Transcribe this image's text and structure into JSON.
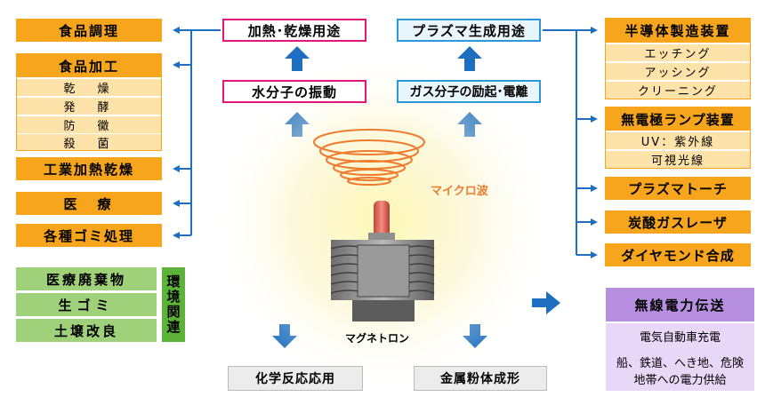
{
  "left": {
    "food_cooking": "食品調理",
    "food_processing": {
      "title": "食品加工",
      "items": [
        "乾　燥",
        "発　酵",
        "防　黴",
        "殺　菌"
      ]
    },
    "industrial_drying": "工業加熱乾燥",
    "medical": "医　療",
    "waste": "各種ゴミ処理"
  },
  "env": {
    "items": [
      "医療廃棄物",
      "生ゴミ",
      "土壌改良"
    ],
    "label": "環境関連"
  },
  "center": {
    "heating_use": "加熱･乾燥用途",
    "water_vibration": "水分子の振動",
    "plasma_use": "プラズマ生成用途",
    "gas_excitation": "ガス分子の励起･電離",
    "microwave": "マイクロ波",
    "magnetron": "マグネトロン",
    "chemical": "化学反応応用",
    "metal_powder": "金属粉体成形"
  },
  "right": {
    "semiconductor": {
      "title": "半導体製造装置",
      "items": [
        "エッチング",
        "アッシング",
        "クリーニング"
      ]
    },
    "lamp": {
      "title": "無電極ランプ装置",
      "items": [
        "UV：紫外線",
        "可視光線"
      ]
    },
    "plasma_torch": "プラズマトーチ",
    "co2_laser": "炭酸ガスレーザ",
    "diamond": "ダイヤモンド合成"
  },
  "wireless": {
    "title": "無線電力伝送",
    "lines": [
      "電気自動車充電",
      "船、鉄道、へき地、危険",
      "地帯への電力供給"
    ]
  }
}
